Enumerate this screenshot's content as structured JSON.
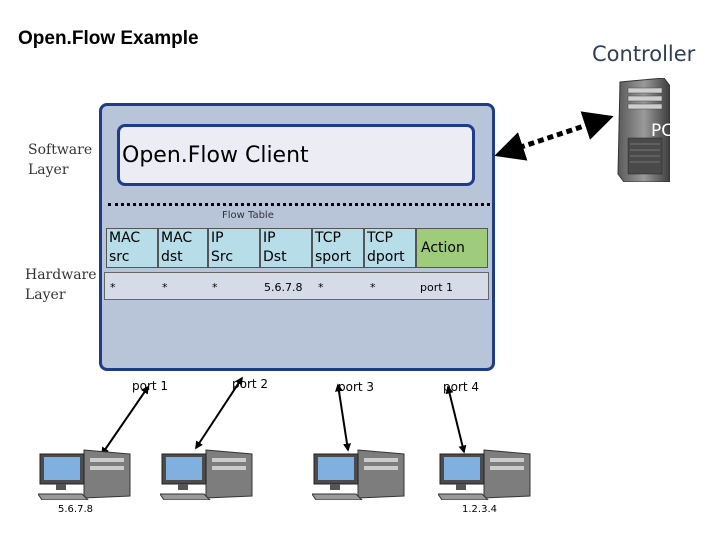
{
  "title": "Open.Flow Example",
  "controller_label": "Controller",
  "pc_label": "PC",
  "client_label": "Open.Flow Client",
  "software_layer": [
    "Software",
    "Layer"
  ],
  "hardware_layer": [
    "Hardware",
    "Layer"
  ],
  "flow_table_label": "Flow Table",
  "headers": [
    [
      "MAC",
      "src"
    ],
    [
      "MAC",
      "dst"
    ],
    [
      "IP",
      "Src"
    ],
    [
      "IP",
      "Dst"
    ],
    [
      "TCP",
      "sport"
    ],
    [
      "TCP",
      "dport"
    ],
    [
      "Action"
    ]
  ],
  "row": [
    "*",
    "*",
    "*",
    "5.6.7.8",
    "*",
    "*",
    "port 1"
  ],
  "ports": [
    "port 1",
    "port 2",
    "port 3",
    "port 4"
  ],
  "host_ips": [
    "5.6.7.8",
    "1.2.3.4"
  ],
  "colors": {
    "switch_fill": "#b8c4d8",
    "border_blue": "#1f3c8a",
    "header_fill": "#b7dde8",
    "action_fill": "#9fcc7b"
  },
  "icons": [
    "server-tower-icon",
    "desktop-computer-icon"
  ]
}
